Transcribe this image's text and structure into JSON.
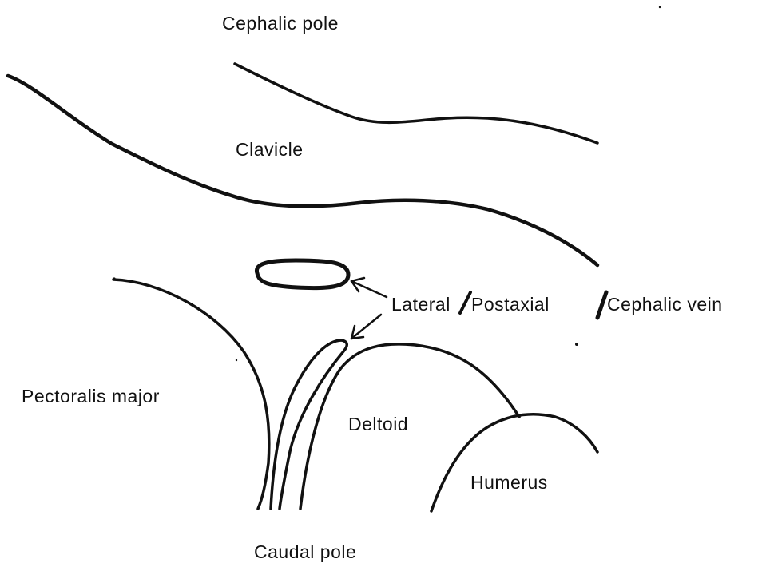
{
  "diagram": {
    "labels": {
      "cephalic_pole": "Cephalic pole",
      "clavicle": "Clavicle",
      "lateral": "Lateral",
      "postaxial": "Postaxial",
      "cephalic_vein": "Cephalic vein",
      "pectoralis_major": "Pectoralis major",
      "deltoid": "Deltoid",
      "humerus": "Humerus",
      "caudal_pole": "Caudal pole"
    },
    "colors": {
      "ink": "#111111",
      "background": "#ffffff"
    }
  }
}
